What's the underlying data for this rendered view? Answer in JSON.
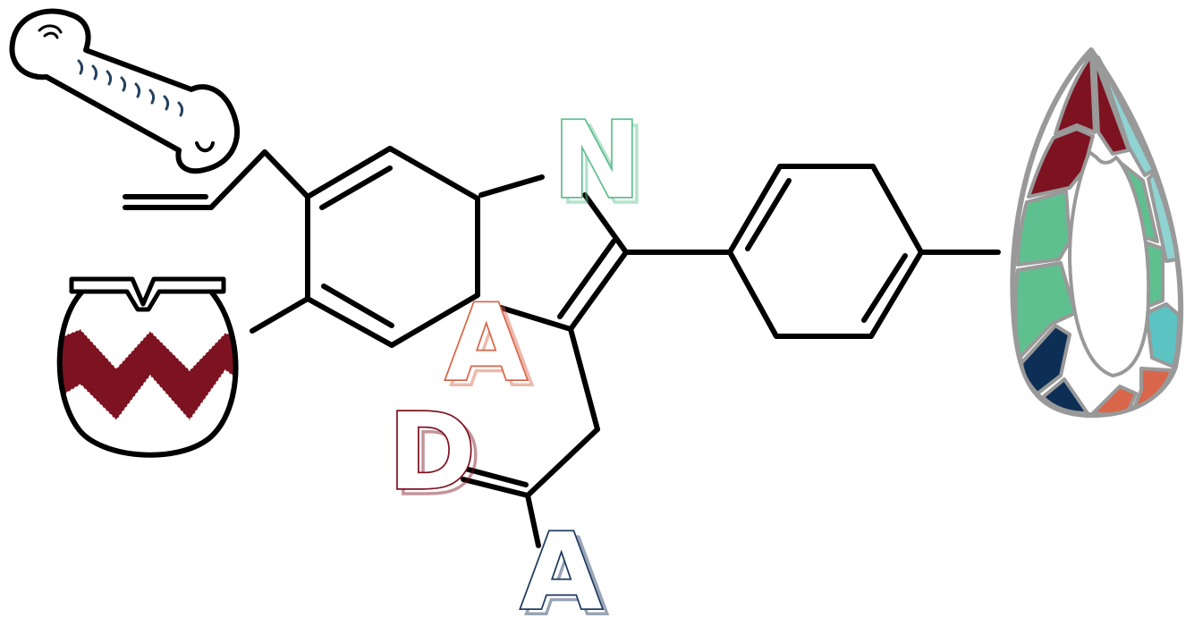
{
  "letters": {
    "n": "N",
    "a1": "A",
    "d": "D",
    "a2": "A"
  },
  "colors": {
    "bond": "#000000",
    "n_outline": "#5fc08f",
    "a1_outline": "#d9664a",
    "d_outline": "#7d1320",
    "a2_outline": "#1c3a5e",
    "pot_band": "#7d1320",
    "bone_marks": "#24425f",
    "point_outline": "#999999",
    "point_red": "#7d1320",
    "point_green": "#5fc08f",
    "point_teal": "#5cc3c3",
    "point_light_teal": "#8fd3d3",
    "point_navy": "#0e2f55",
    "point_orange": "#d9664a"
  },
  "icons": {
    "bone": "bone-icon",
    "pot": "pot-icon",
    "point": "projectile-point-icon"
  }
}
